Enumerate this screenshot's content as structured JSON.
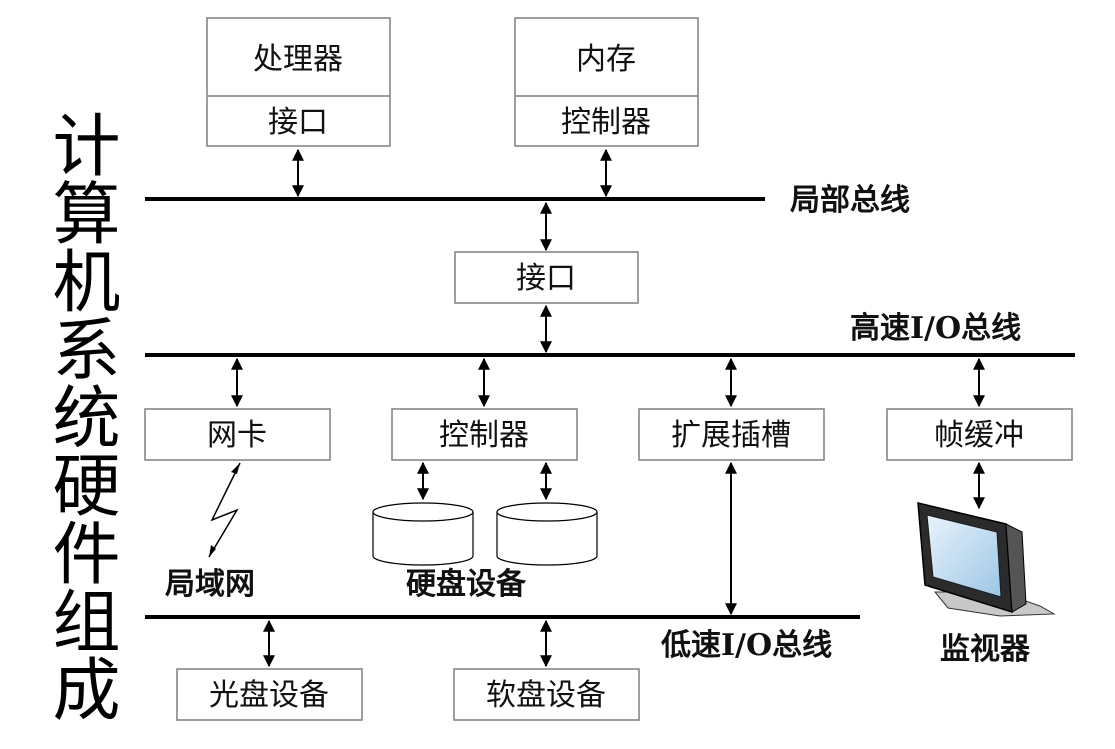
{
  "title": "计算机系统硬件组成",
  "buses": {
    "local": "局部总线",
    "high_speed": "高速I/O总线",
    "low_speed": "低速I/O总线"
  },
  "boxes": {
    "processor": "处理器",
    "processor_interface": "接口",
    "memory": "内存",
    "memory_controller": "控制器",
    "bridge_interface": "接口",
    "network_card": "网卡",
    "disk_controller": "控制器",
    "expansion_slot": "扩展插槽",
    "frame_buffer": "帧缓冲",
    "optical_disk": "光盘设备",
    "floppy_disk": "软盘设备"
  },
  "labels": {
    "lan": "局域网",
    "hard_disk": "硬盘设备",
    "monitor": "监视器"
  },
  "colors": {
    "line": "#000000",
    "box_border": "#7f7f7f",
    "screen": "#cfe3f3"
  }
}
